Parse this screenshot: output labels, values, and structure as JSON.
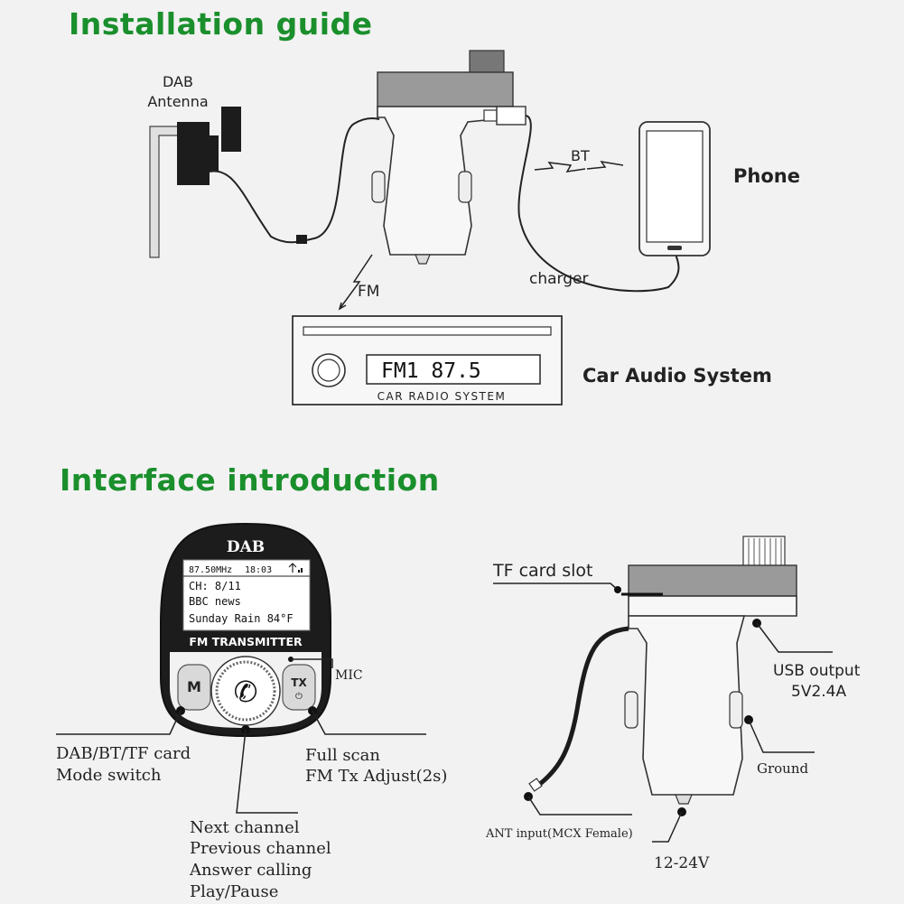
{
  "installation": {
    "heading": "Installation guide",
    "dab_antenna_line1": "DAB",
    "dab_antenna_line2": "Antenna",
    "bt_label": "BT",
    "phone_label": "Phone",
    "charger_label": "charger",
    "fm_label": "FM",
    "radio_display": "FM1  87.5",
    "radio_caption": "CAR RADIO SYSTEM",
    "car_audio_label": "Car Audio System"
  },
  "interface": {
    "heading": "Interface introduction",
    "device_brand": "DAB",
    "screen_line1_freq": "87.50MHz",
    "screen_line1_time": "18:03",
    "screen_line2": "CH: 8/11",
    "screen_line3": "BBC news",
    "screen_line4": "Sunday Rain 84°F",
    "device_band": "FM TRANSMITTER",
    "button_m": "M",
    "button_tx": "TX",
    "mic_label": "MIC",
    "mode_line1": "DAB/BT/TF card",
    "mode_line2": "Mode switch",
    "scan_line1": "Full scan",
    "scan_line2": "FM Tx Adjust(2s)",
    "center_line1": "Next channel",
    "center_line2": "Previous channel",
    "center_line3": "Answer calling",
    "center_line4": "Play/Pause",
    "tf_slot_label": "TF card slot",
    "usb_line1": "USB output",
    "usb_line2": "5V2.4A",
    "ground_label": "Ground",
    "ant_input_label": "ANT input(MCX Female)",
    "voltage_label": "12-24V"
  }
}
